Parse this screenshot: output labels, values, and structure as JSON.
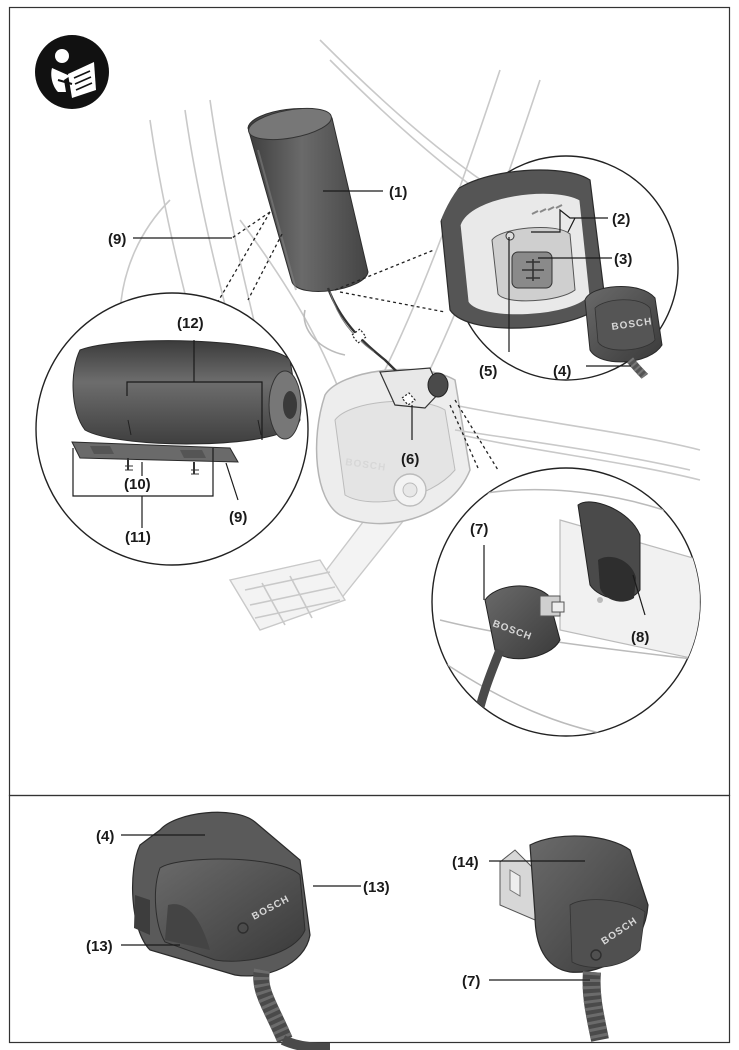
{
  "callouts": {
    "c1": "(1)",
    "c2": "(2)",
    "c3": "(3)",
    "c4_top": "(4)",
    "c5": "(5)",
    "c6": "(6)",
    "c7_top": "(7)",
    "c8": "(8)",
    "c9_left": "(9)",
    "c9_detail": "(9)",
    "c10": "(10)",
    "c11": "(11)",
    "c12": "(12)",
    "c4_bottom": "(4)",
    "c13_right": "(13)",
    "c13_left": "(13)",
    "c14": "(14)",
    "c7_bottom": "(7)"
  },
  "brand": "BOSCH",
  "icons": [
    "read-manual-icon"
  ],
  "colors": {
    "dark_part": "#4a4a4a",
    "mid_part": "#5c5c5c",
    "ghost_line": "#c9c9c9",
    "icon_black": "#111111"
  }
}
